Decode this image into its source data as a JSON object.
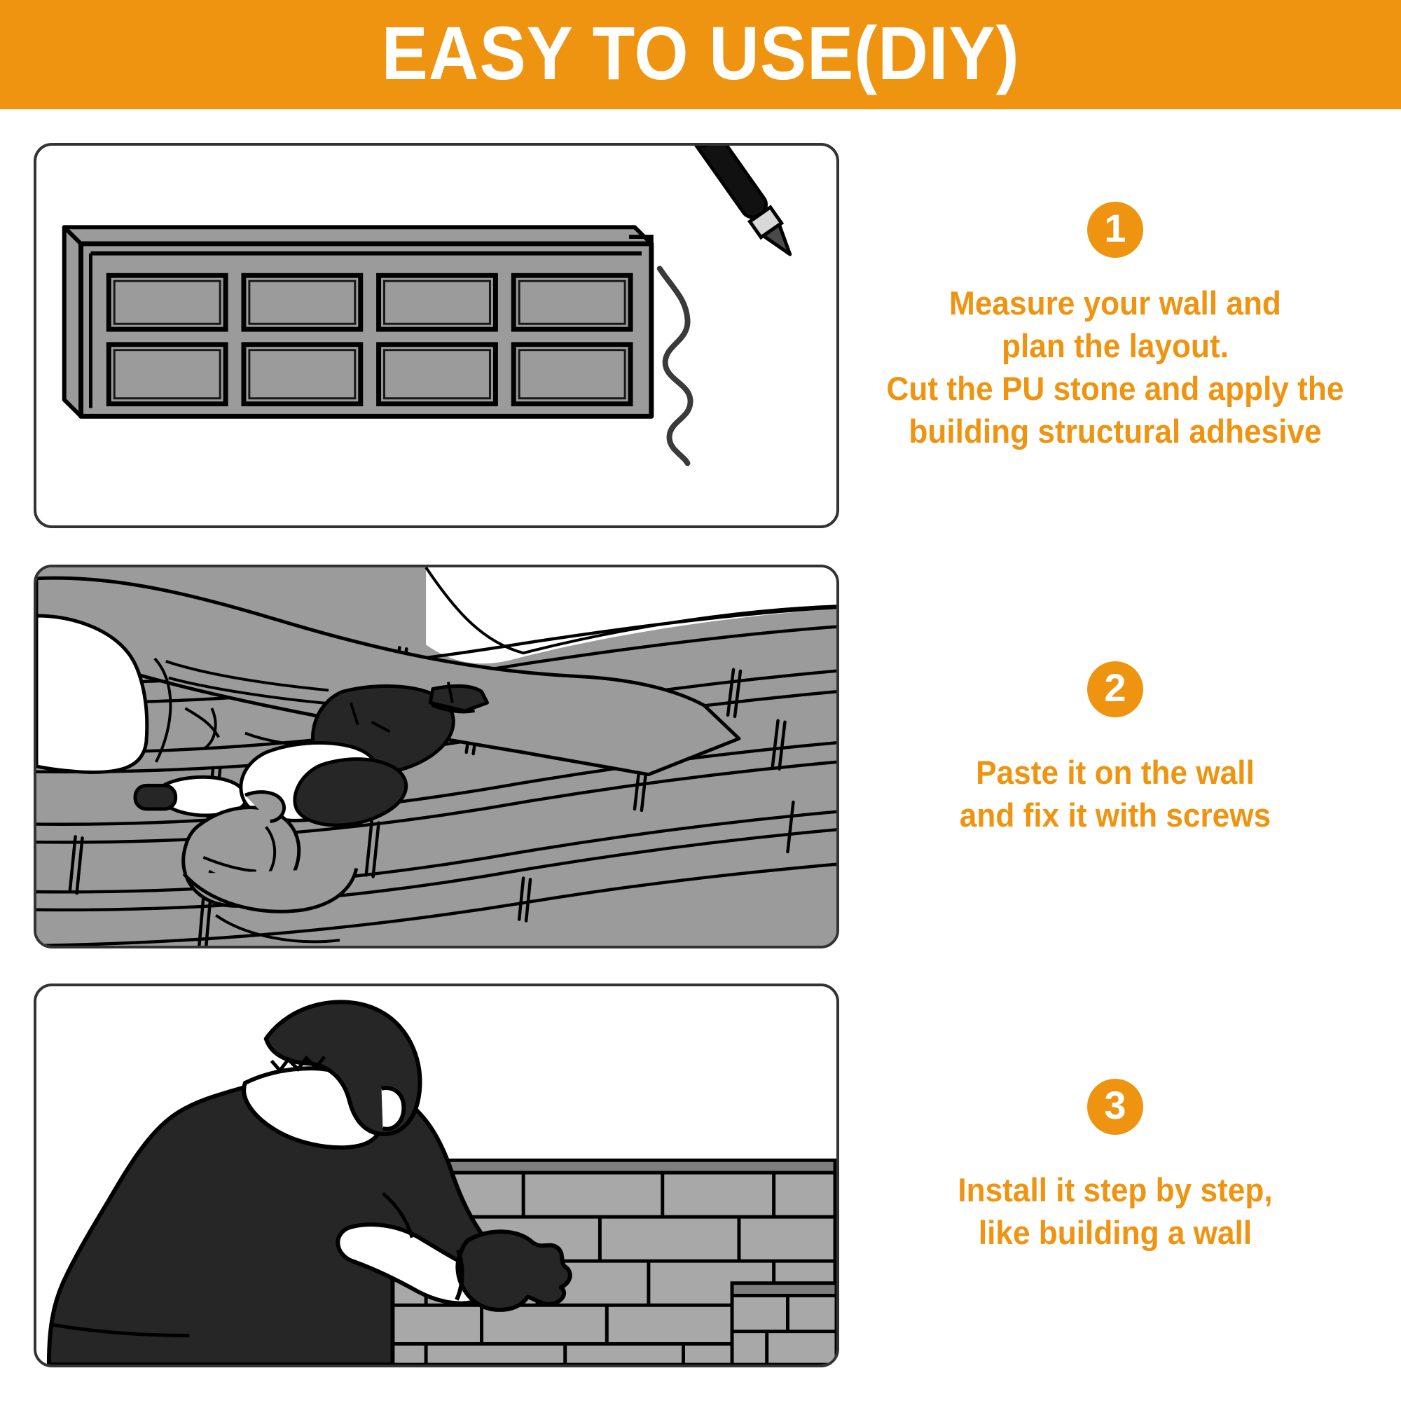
{
  "header": {
    "title": "EASY TO USE(DIY)",
    "background_color": "#ee9410",
    "text_color": "#ffffff"
  },
  "theme": {
    "accent_color": "#ee9410",
    "outline_color": "#333333",
    "stone_gray": "#9b9b9b",
    "brick_gray": "#a8a8a8",
    "dark_fill": "#262626",
    "page_background": "#ffffff"
  },
  "steps": [
    {
      "number": "1",
      "text": "Measure your wall and\nplan the layout.\nCut the PU stone and apply the\nbuilding structural adhesive",
      "illustration": "pu-stone-panel-with-marker-pen-drawing-cut-line"
    },
    {
      "number": "2",
      "text": "Paste it on the wall\nand fix it with screws",
      "illustration": "gloved-hands-applying-caulk-gun-adhesive-to-stone-wall"
    },
    {
      "number": "3",
      "text": "Install it step by step,\nlike building a wall",
      "illustration": "man-in-black-shirt-installing-brick-panels-on-wall"
    }
  ]
}
